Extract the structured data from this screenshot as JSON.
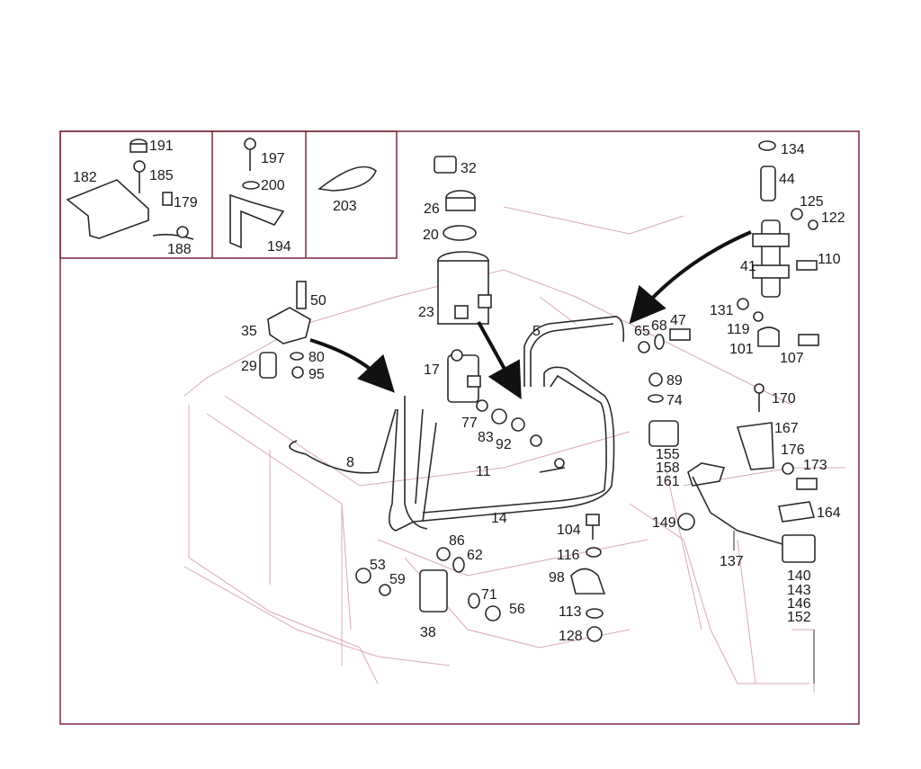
{
  "diagram": {
    "colors": {
      "frame": "#6e1a2e",
      "ghost_outline": "#d9a9b4",
      "part": "#2a2a2a",
      "background": "#ffffff"
    },
    "inset_labels": [
      "191",
      "185",
      "182",
      "179",
      "188",
      "197",
      "200",
      "194",
      "203"
    ],
    "labels": [
      "32",
      "26",
      "20",
      "23",
      "17",
      "134",
      "44",
      "125",
      "122",
      "41",
      "110",
      "50",
      "35",
      "29",
      "80",
      "95",
      "5",
      "65",
      "68",
      "47",
      "131",
      "119",
      "101",
      "107",
      "89",
      "74",
      "170",
      "8",
      "77",
      "83",
      "92",
      "11",
      "155",
      "158",
      "161",
      "167",
      "176",
      "173",
      "164",
      "14",
      "149",
      "137",
      "140",
      "143",
      "146",
      "152",
      "104",
      "116",
      "98",
      "113",
      "128",
      "86",
      "62",
      "53",
      "59",
      "38",
      "71",
      "56"
    ]
  }
}
